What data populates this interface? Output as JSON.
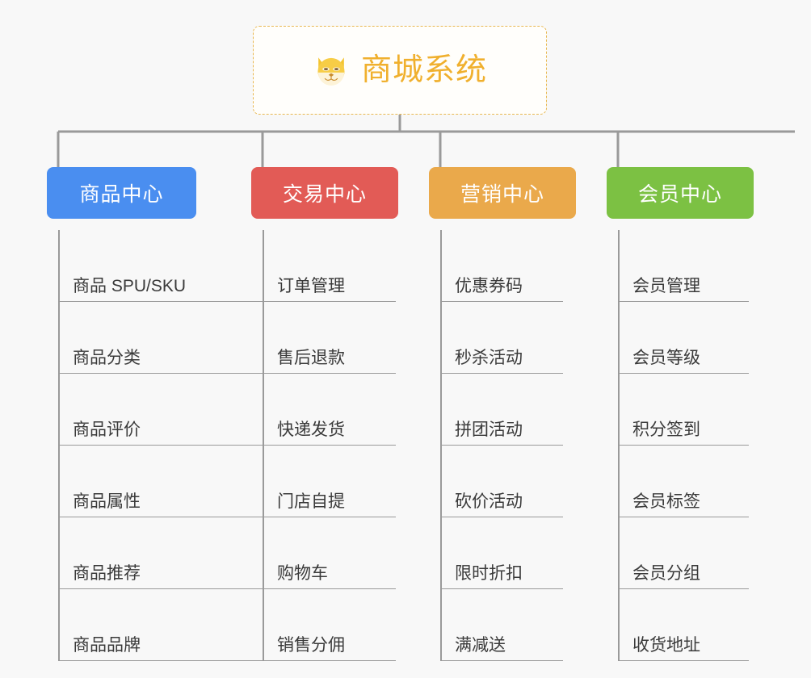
{
  "background_color": "#f8f8f8",
  "root": {
    "title": "商城系统",
    "icon": "shiba-dog-face-icon",
    "text_color": "#f0b02e",
    "border_color": "#e8b852",
    "background_color": "#fffefb"
  },
  "connector_color": "#9a9a9a",
  "branches": [
    {
      "label": "商品中心",
      "color": "#4a8ef0",
      "leaves": [
        "商品 SPU/SKU",
        "商品分类",
        "商品评价",
        "商品属性",
        "商品推荐",
        "商品品牌"
      ]
    },
    {
      "label": "交易中心",
      "color": "#e25b56",
      "leaves": [
        "订单管理",
        "售后退款",
        "快递发货",
        "门店自提",
        "购物车",
        "销售分佣"
      ]
    },
    {
      "label": "营销中心",
      "color": "#eaa94b",
      "leaves": [
        "优惠券码",
        "秒杀活动",
        "拼团活动",
        "砍价活动",
        "限时折扣",
        "满减送"
      ]
    },
    {
      "label": "会员中心",
      "color": "#7cc143",
      "leaves": [
        "会员管理",
        "会员等级",
        "积分签到",
        "会员标签",
        "会员分组",
        "收货地址"
      ]
    }
  ]
}
